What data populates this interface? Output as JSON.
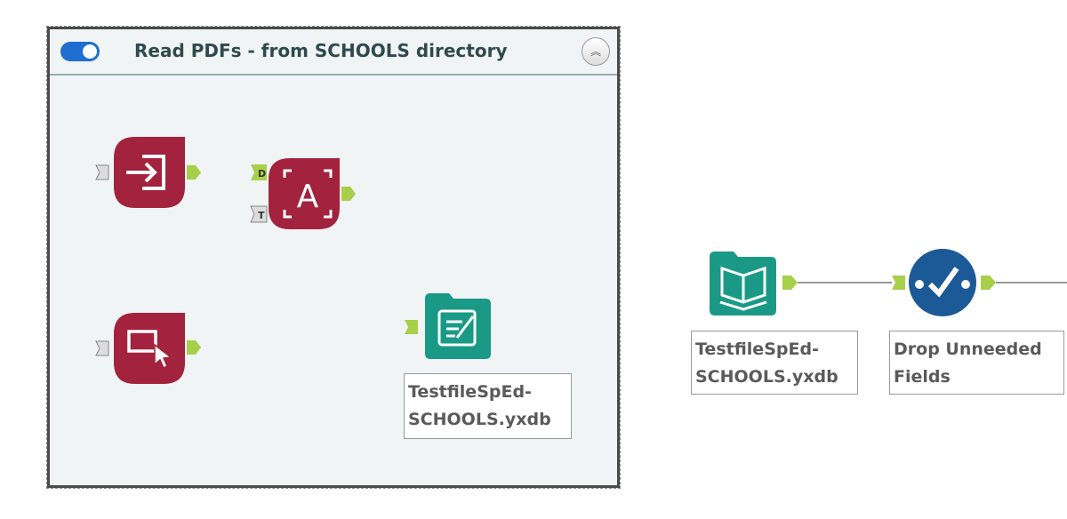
{
  "container": {
    "title": "Read PDFs - from SCHOOLS directory",
    "enabled": true
  },
  "anchors": {
    "d": "D",
    "t": "T"
  },
  "pdf_tool": {
    "glyph": "A"
  },
  "output_tool": {
    "label_line1": "TestfileSpEd-",
    "label_line2": "SCHOOLS.yxdb"
  },
  "input_tool": {
    "label_line1": "TestfileSpEd-",
    "label_line2": "SCHOOLS.yxdb"
  },
  "select_tool": {
    "label_line1": "Drop Unneeded",
    "label_line2": "Fields"
  },
  "colors": {
    "developer_red": "#a3223d",
    "io_teal": "#1a9a86",
    "prep_blue": "#1b5a97",
    "anchor_green": "#a7cf4a"
  }
}
